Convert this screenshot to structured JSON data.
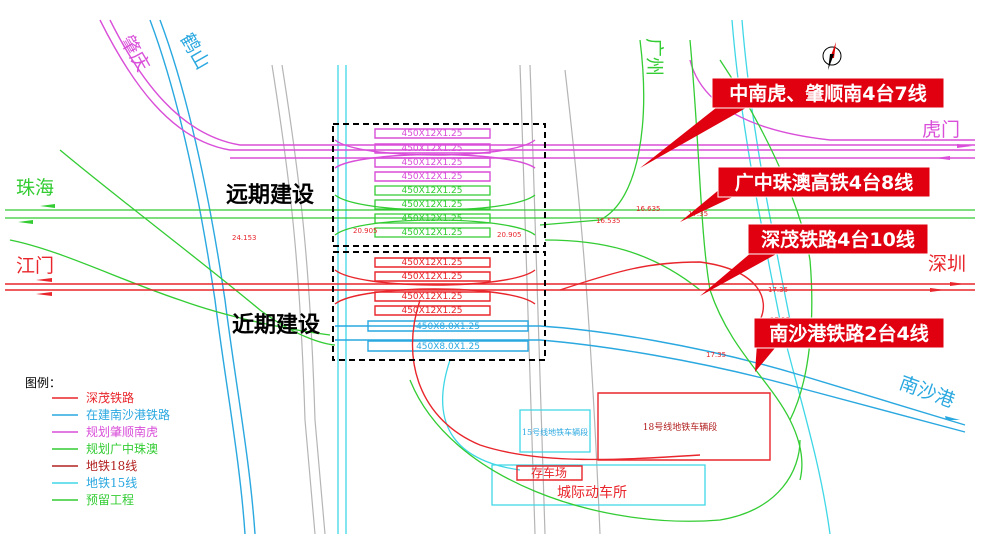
{
  "colors": {
    "shenmao": "#e8262c",
    "nanshagang": "#2aa8e0",
    "zhaoshunnanhu": "#d94fd9",
    "guangzhongzhuao": "#33cc33",
    "metro18": "#b22020",
    "metro15": "#3fd7e6",
    "reserve": "#33cc33",
    "grey": "#b5b5b5",
    "callout_bg": "#e0000f"
  },
  "cities": {
    "zhaoqing": "肇庆",
    "heshan": "鹤山",
    "guangzhou": "广州",
    "humen": "虎门",
    "zhuhai": "珠海",
    "jiangmen": "江门",
    "shenzhen": "深圳",
    "nanshagang": "南沙港"
  },
  "phases": {
    "far": "远期建设",
    "near": "近期建设"
  },
  "callouts": [
    "中南虎、肇顺南4台7线",
    "广中珠澳高铁4台8线",
    "深茂铁路4台10线",
    "南沙港铁路2台4线"
  ],
  "platforms": {
    "zhaoshun": [
      "450X12X1.25",
      "450X12X1.25",
      "450X12X1.25",
      "450X12X1.25"
    ],
    "guangzhong": [
      "450X12X1.25",
      "450X12X1.25",
      "450X12X1.25",
      "450X12X1.25"
    ],
    "shenmao": [
      "450X12X1.25",
      "450X12X1.25",
      "450X12X1.25",
      "450X12X1.25"
    ],
    "nansha": [
      "450X8.0X1.25",
      "450X8.0X1.25"
    ]
  },
  "depots": {
    "metro15": "15号线地铁车辆段",
    "metro18": "18号线地铁车辆段",
    "storage": "存车场",
    "intercity": "城际动车所"
  },
  "legend": {
    "title": "图例：",
    "items": [
      {
        "label": "深茂铁路",
        "icon": "red-line"
      },
      {
        "label": "在建南沙港铁路",
        "icon": "blue-line"
      },
      {
        "label": "规划肇顺南虎",
        "icon": "magenta-line"
      },
      {
        "label": "规划广中珠澳",
        "icon": "green-line"
      },
      {
        "label": "地铁18线",
        "icon": "darkred-line"
      },
      {
        "label": "地铁15线",
        "icon": "cyan-line"
      },
      {
        "label": "预留工程",
        "icon": "green-line"
      }
    ]
  },
  "annotations": {
    "a1": "24.153",
    "a2": "20.905",
    "a3": "20.905",
    "a4": "16.535",
    "a5": "16.635",
    "a6": "17.35",
    "a7": "17.35",
    "a8": "17.35",
    "a9": "17.35"
  }
}
